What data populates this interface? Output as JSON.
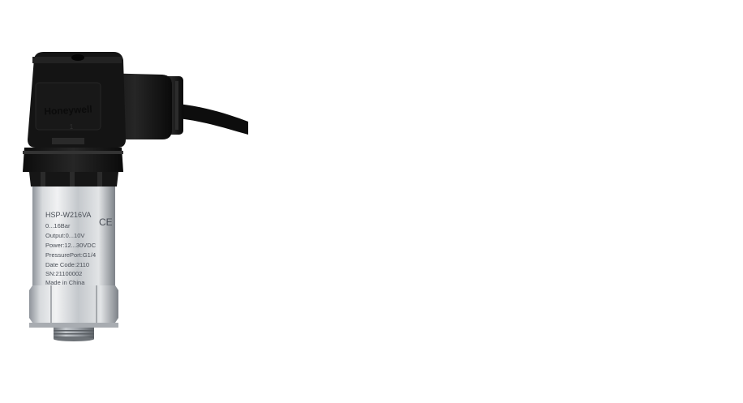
{
  "product_photo": {
    "brand": "Honeywell",
    "housing_lines": [
      "HSP-W216VA",
      "0...16Bar",
      "Output:0...10V",
      "Power:12...30VDC",
      "PressurePort:G1/4",
      "Date Code:2110",
      "SN:21100002",
      "Made in China"
    ],
    "ce_mark": "CE",
    "connector_mark": "1"
  },
  "colors": {
    "background": "#ffffff",
    "connector_black": "#141414",
    "steel": "#c9ccd1"
  }
}
